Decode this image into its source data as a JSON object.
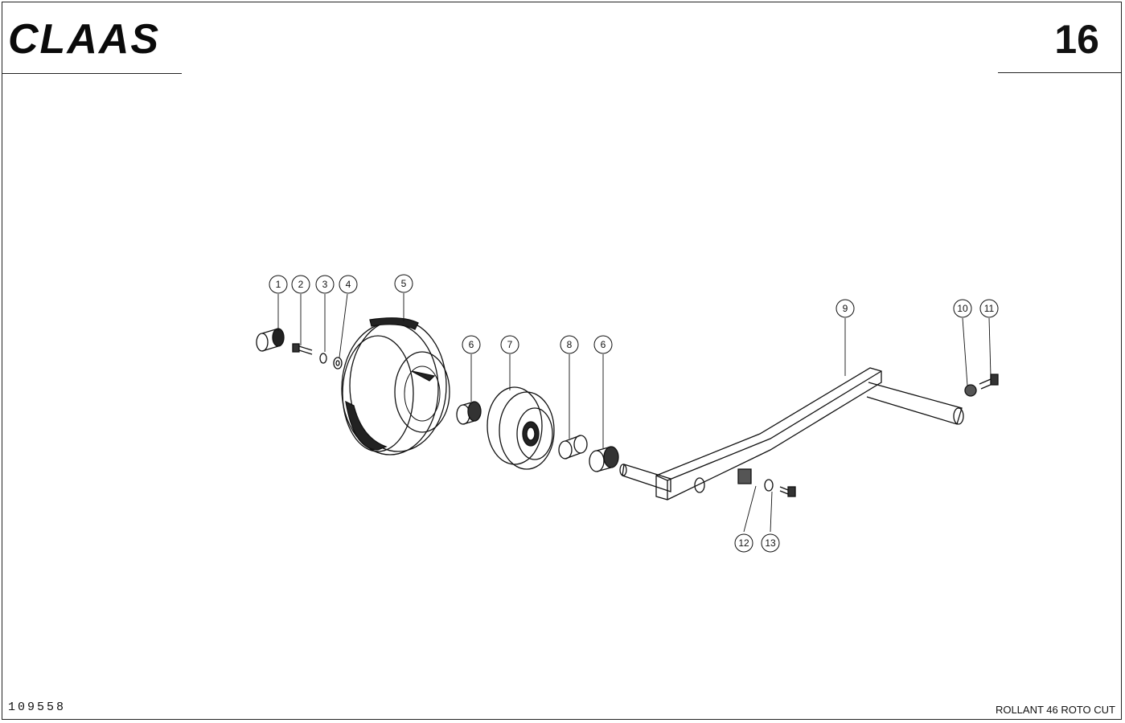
{
  "header": {
    "brand": "CLAAS",
    "page_number": "16"
  },
  "footer": {
    "document_number": "109558",
    "model": "ROLLANT 46 ROTO CUT"
  },
  "callouts": [
    "1",
    "2",
    "3",
    "4",
    "5",
    "6",
    "7",
    "8",
    "6",
    "9",
    "10",
    "11",
    "12",
    "13"
  ]
}
